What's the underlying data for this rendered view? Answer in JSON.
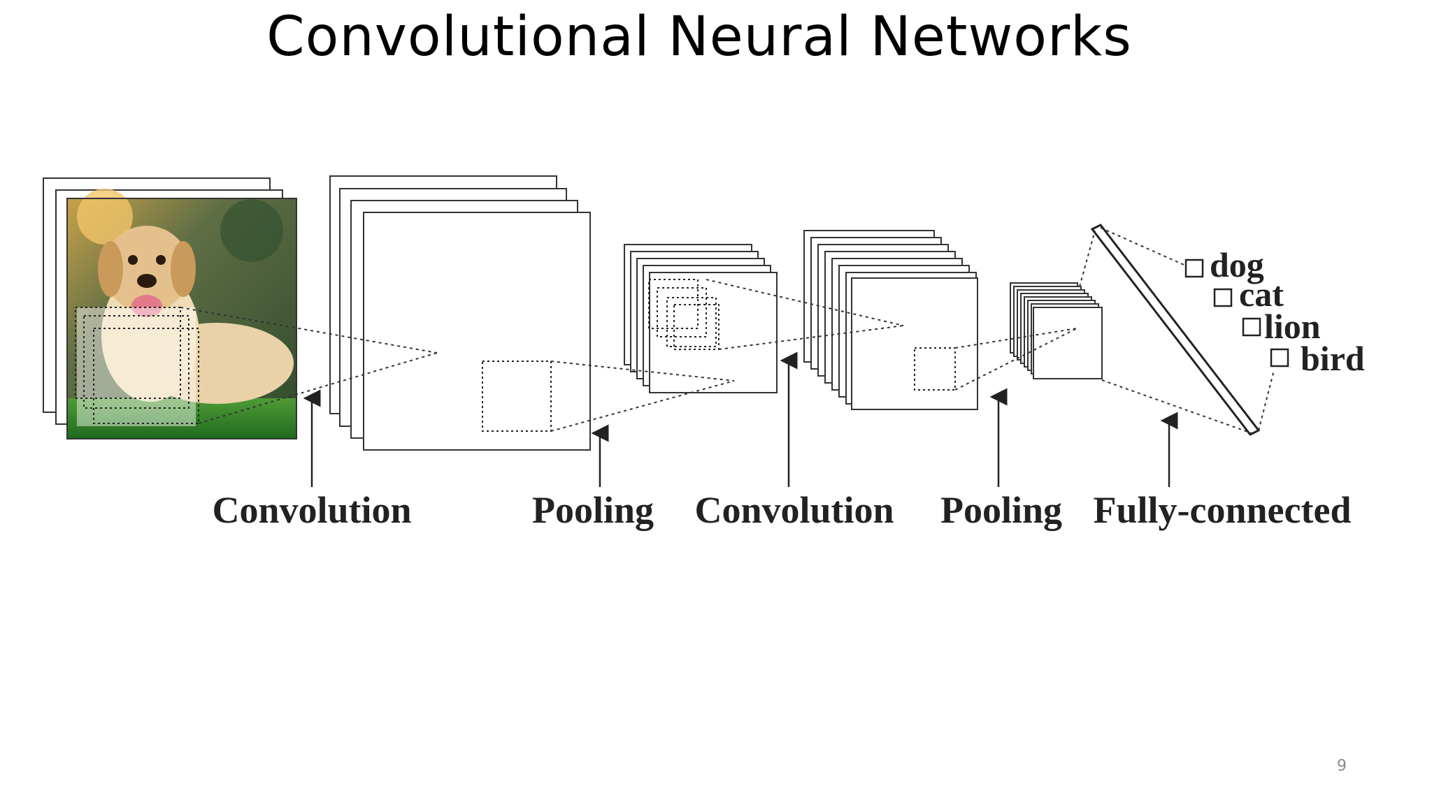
{
  "slide": {
    "title": "Convolutional Neural Networks",
    "page_number": "9"
  },
  "diagram": {
    "stages": [
      "Convolution",
      "Pooling",
      "Convolution",
      "Pooling",
      "Fully-connected"
    ],
    "classes": [
      "dog",
      "cat",
      "lion",
      "bird"
    ],
    "input_image": "dog photo (labrador on grass)"
  },
  "colors": {
    "line": "#333333",
    "text": "#222222",
    "page_number": "#8a8a8a"
  }
}
